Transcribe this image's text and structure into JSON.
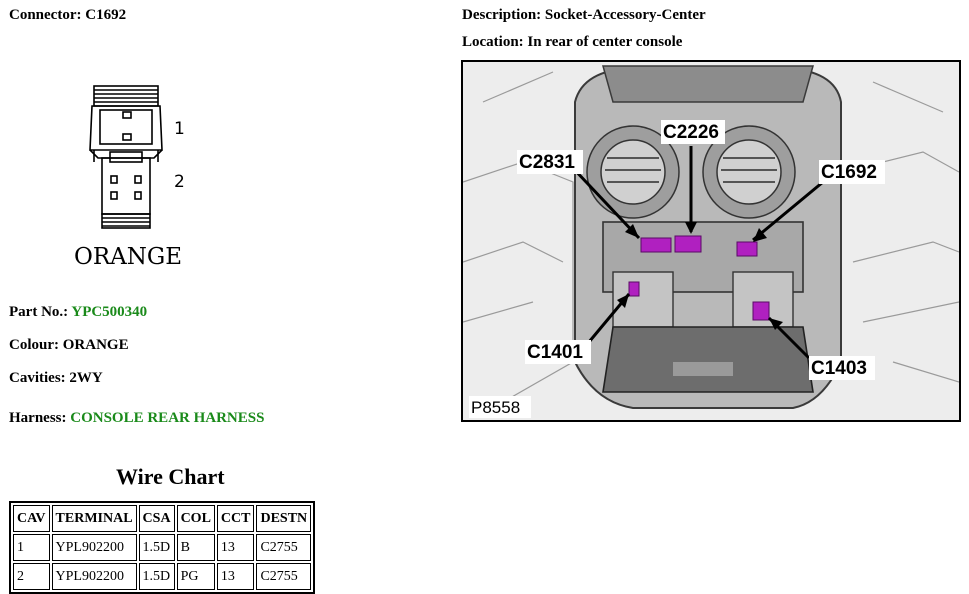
{
  "connector": {
    "label": "Connector:",
    "value": "C1692"
  },
  "drawing": {
    "pin1": "1",
    "pin2": "2",
    "color_label": "ORANGE"
  },
  "part_no": {
    "label": "Part No.:",
    "value": "YPC500340"
  },
  "colour": {
    "label": "Colour:",
    "value": "ORANGE"
  },
  "cavities": {
    "label": "Cavities:",
    "value": "2WY"
  },
  "harness": {
    "label": "Harness:",
    "value": "CONSOLE REAR HARNESS"
  },
  "description": {
    "label": "Description:",
    "value": "Socket-Accessory-Center"
  },
  "location": {
    "label": "Location:",
    "value": "In rear of center console"
  },
  "photo": {
    "callouts": [
      "C2226",
      "C2831",
      "C1692",
      "C1401",
      "C1403"
    ],
    "ref": "P8558"
  },
  "wire_chart": {
    "title": "Wire Chart",
    "headers": [
      "CAV",
      "TERMINAL",
      "CSA",
      "COL",
      "CCT",
      "DESTN"
    ],
    "rows": [
      [
        "1",
        "YPL902200",
        "1.5D",
        "B",
        "13",
        "C2755"
      ],
      [
        "2",
        "YPL902200",
        "1.5D",
        "PG",
        "13",
        "C2755"
      ]
    ]
  },
  "colors": {
    "link_green": "#1a8a1a",
    "highlight_magenta": "#b020c0"
  }
}
